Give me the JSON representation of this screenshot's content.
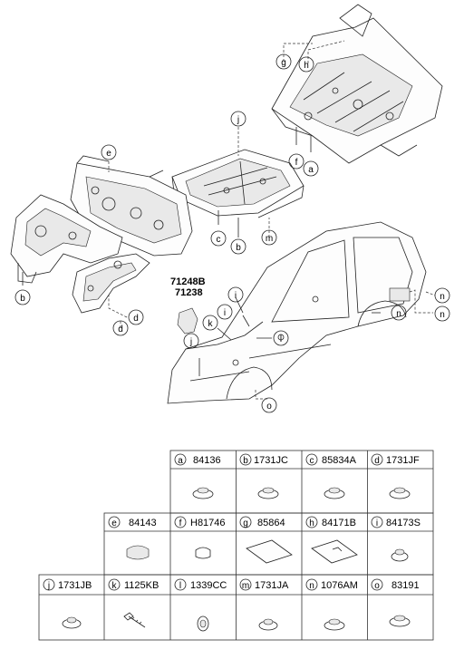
{
  "callouts": {
    "a1": "a",
    "b1": "b",
    "b2": "b",
    "c1": "c",
    "d1": "d",
    "d2": "d",
    "e1": "e",
    "f1": "f",
    "g1": "g",
    "h1": "h",
    "i1": "i",
    "i2": "i",
    "j1": "j",
    "j2": "j",
    "k1": "k",
    "l1": "l",
    "m1": "m",
    "n1": "n",
    "n2": "n",
    "n3": "n",
    "o1": "o"
  },
  "side_labels": {
    "line1": "71248B",
    "line2": "71238"
  },
  "legend": {
    "a": {
      "letter": "a",
      "code": "84136"
    },
    "b": {
      "letter": "b",
      "code": "1731JC"
    },
    "c": {
      "letter": "c",
      "code": "85834A"
    },
    "d": {
      "letter": "d",
      "code": "1731JF"
    },
    "e": {
      "letter": "e",
      "code": "84143"
    },
    "f": {
      "letter": "f",
      "code": "H81746"
    },
    "g": {
      "letter": "g",
      "code": "85864"
    },
    "h": {
      "letter": "h",
      "code": "84171B"
    },
    "i": {
      "letter": "i",
      "code": "84173S"
    },
    "j": {
      "letter": "j",
      "code": "1731JB"
    },
    "k": {
      "letter": "k",
      "code": "1125KB"
    },
    "l": {
      "letter": "l",
      "code": "1339CC"
    },
    "m": {
      "letter": "m",
      "code": "1731JA"
    },
    "n": {
      "letter": "n",
      "code": "1076AM"
    },
    "o": {
      "letter": "o",
      "code": "83191"
    }
  },
  "icons": {
    "plug": "round-rubber-plug-icon",
    "pad": "rounded-pad-icon",
    "sheet": "rectangular-sheet-icon",
    "bolt": "bolt-icon",
    "grommet": "grommet-icon"
  }
}
